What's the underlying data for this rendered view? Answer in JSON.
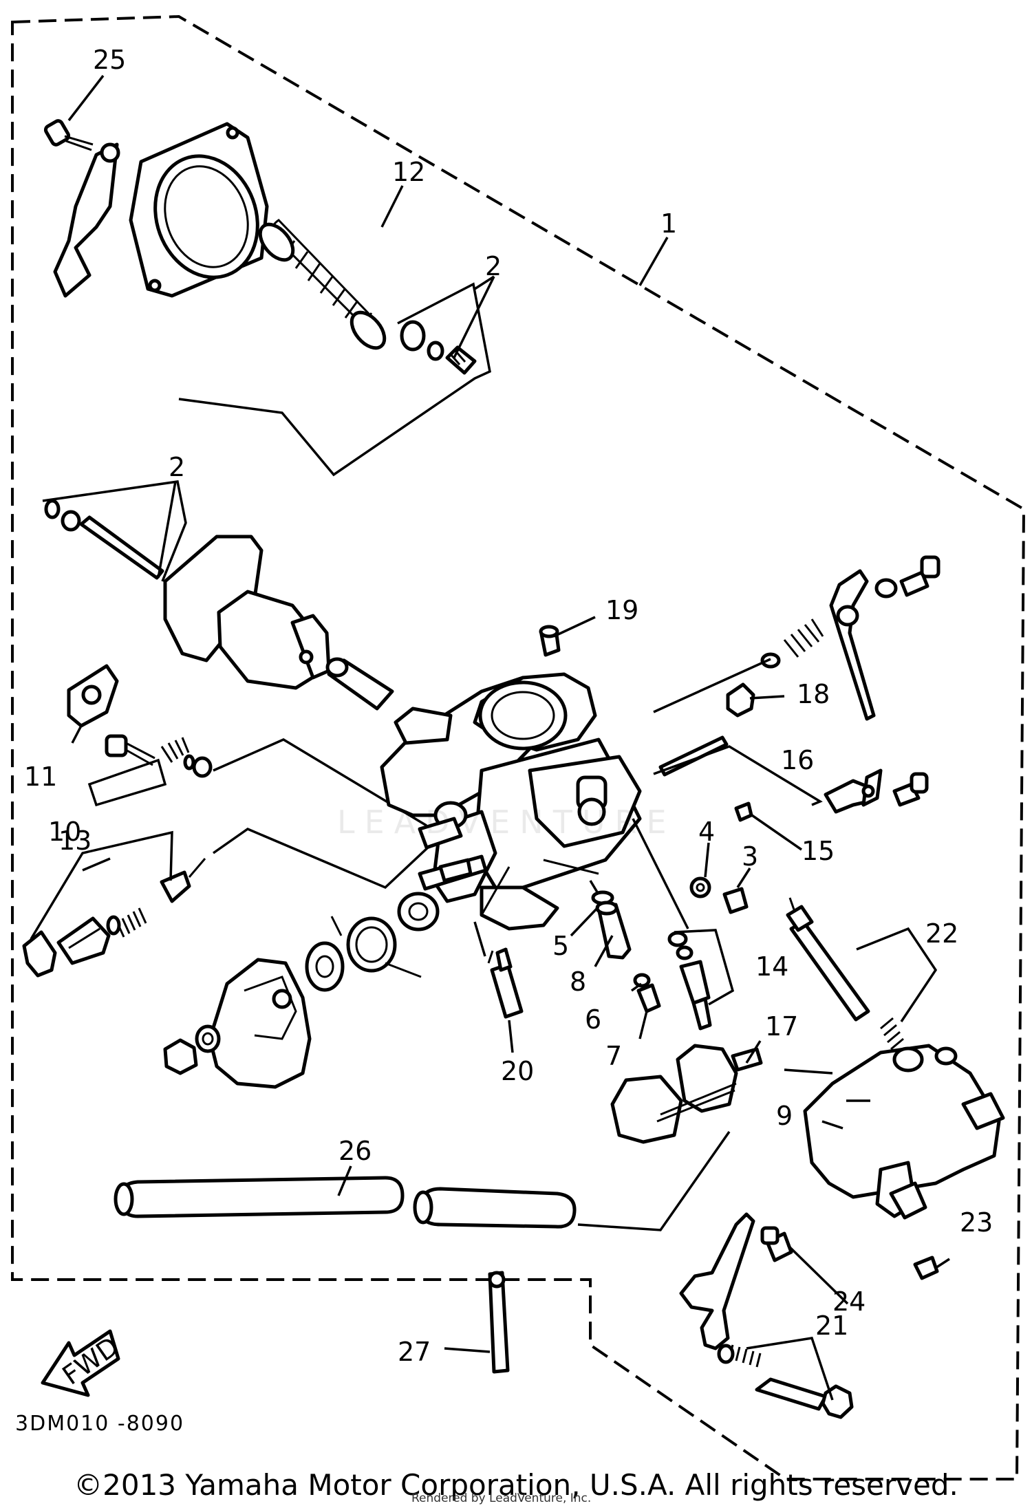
{
  "diagram": {
    "code": "3DM010 -8090",
    "fwd_label": "FWD",
    "watermark": "LEADVENTURE",
    "copyright": "©2013 Yamaha Motor Corporation, U.S.A. All rights reserved.",
    "rendered_by": "Rendered by LeadVenture, Inc.",
    "callouts": [
      "1",
      "2",
      "2",
      "3",
      "4",
      "5",
      "6",
      "7",
      "8",
      "9",
      "10",
      "11",
      "12",
      "13",
      "14",
      "15",
      "16",
      "17",
      "18",
      "19",
      "20",
      "21",
      "22",
      "23",
      "24",
      "25",
      "26",
      "27"
    ]
  }
}
